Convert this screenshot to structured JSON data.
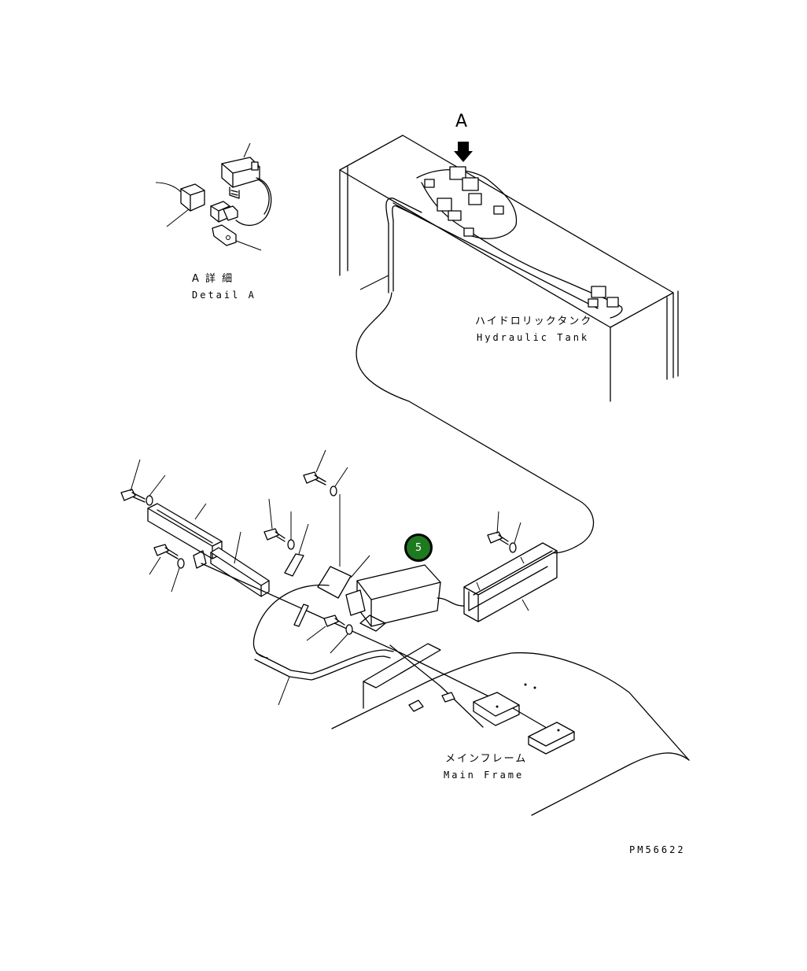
{
  "detail_view": {
    "title_jp": "A 詳 細",
    "title_en": "Detail A"
  },
  "view_marker": {
    "letter": "A"
  },
  "hydraulic_tank": {
    "label_jp": "ハイドロリックタンク",
    "label_en": "Hydraulic Tank"
  },
  "main_frame": {
    "label_jp": "メインフレーム",
    "label_en": "Main Frame"
  },
  "callout": {
    "number": "5",
    "color": "#1e7a1e"
  },
  "drawing_number": "PM56622"
}
